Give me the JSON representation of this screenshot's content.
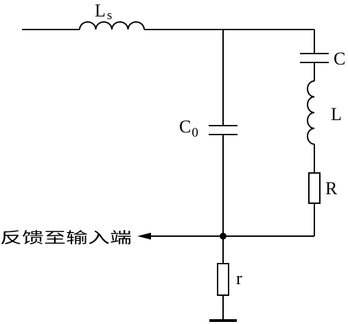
{
  "circuit": {
    "series_inductor": {
      "symbol": "L",
      "subscript": "s"
    },
    "shunt_capacitor": {
      "symbol": "C",
      "subscript": "0"
    },
    "motional_capacitor": {
      "symbol": "C"
    },
    "motional_inductor": {
      "symbol": "L"
    },
    "motional_resistor": {
      "symbol": "R"
    },
    "feedback_resistor": {
      "symbol": "r"
    },
    "feedback_label": "反馈至输入端"
  }
}
